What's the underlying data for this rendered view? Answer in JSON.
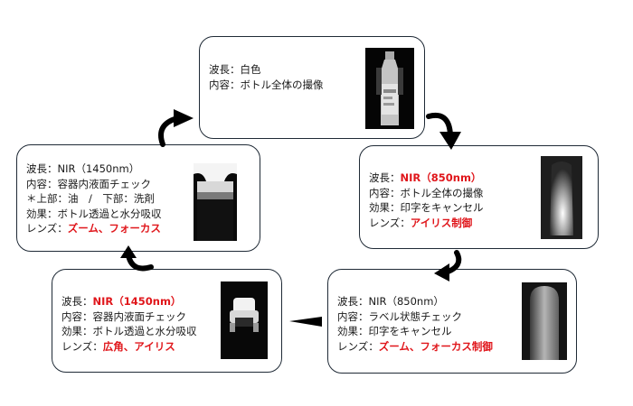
{
  "colors": {
    "highlight": "#e0161b",
    "border": "#1f2a36"
  },
  "nodes": [
    {
      "lines": [
        {
          "label": "波長：",
          "value": "白色",
          "hl": false
        },
        {
          "label": "内容：",
          "value": "ボトル全体の撮像",
          "hl": false
        }
      ]
    },
    {
      "lines": [
        {
          "label": "波長：",
          "value": "NIR（850nm）",
          "hl": true
        },
        {
          "label": "内容：",
          "value": "ボトル全体の撮像",
          "hl": false
        },
        {
          "label": "効果：",
          "value": "印字をキャンセル",
          "hl": false
        },
        {
          "label": "レンズ：",
          "value": "アイリス制御",
          "hl": true
        }
      ]
    },
    {
      "lines": [
        {
          "label": "波長：",
          "value": "NIR（850nm）",
          "hl": false
        },
        {
          "label": "内容：",
          "value": "ラベル状態チェック",
          "hl": false
        },
        {
          "label": "効果：",
          "value": "印字をキャンセル",
          "hl": false
        },
        {
          "label": "レンズ：",
          "value": "ズーム、フォーカス制御",
          "hl": true
        }
      ]
    },
    {
      "lines": [
        {
          "label": "波長：",
          "value": "NIR（1450nm）",
          "hl": true
        },
        {
          "label": "内容：",
          "value": "容器内液面チェック",
          "hl": false
        },
        {
          "label": "効果：",
          "value": "ボトル透過と水分吸収",
          "hl": false
        },
        {
          "label": "レンズ：",
          "value": "広角、アイリス",
          "hl": true
        }
      ]
    },
    {
      "lines": [
        {
          "label": "波長：",
          "value": "NIR（1450nm）",
          "hl": false
        },
        {
          "label": "内容：",
          "value": "容器内液面チェック",
          "hl": false
        },
        {
          "label": "＊上部：",
          "value": "油　/　下部：洗剤",
          "hl": false
        },
        {
          "label": "効果：",
          "value": "ボトル透過と水分吸収",
          "hl": false
        },
        {
          "label": "レンズ：",
          "value": "ズーム、フォーカス",
          "hl": true
        }
      ]
    }
  ]
}
